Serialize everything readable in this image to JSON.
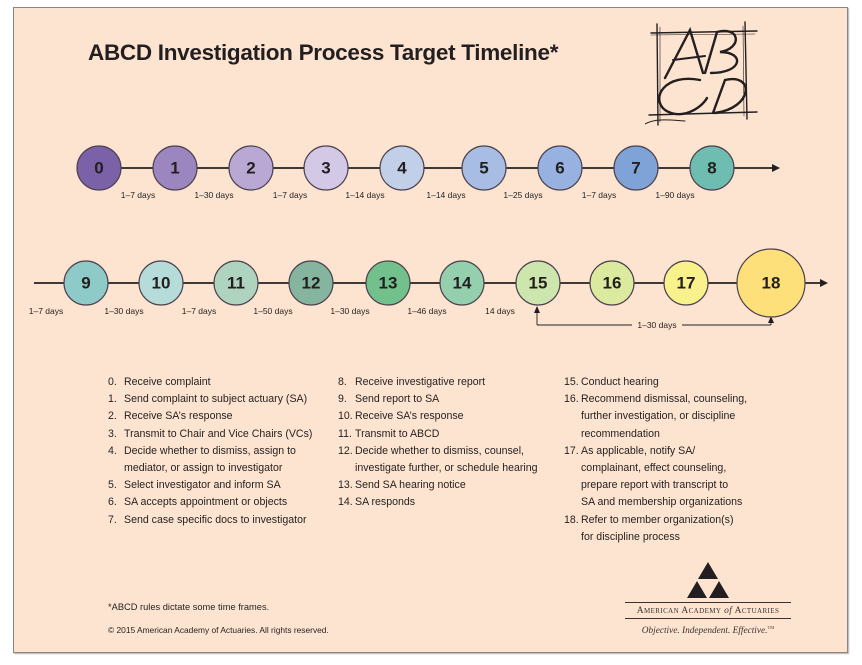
{
  "title": "ABCD Investigation Process Target Timeline*",
  "logo": {
    "text": "ABCD",
    "style": "hand-drawn sketch"
  },
  "colors": {
    "background": "#fde4d0",
    "panel_border": "#8a8580",
    "text": "#231f20"
  },
  "timeline": {
    "row1": [
      {
        "step": "0",
        "color": "#7b62a8"
      },
      {
        "step": "1",
        "color": "#9b86bf"
      },
      {
        "step": "2",
        "color": "#b9a8d4"
      },
      {
        "step": "3",
        "color": "#d3c9e6"
      },
      {
        "step": "4",
        "color": "#c2cfe8"
      },
      {
        "step": "5",
        "color": "#a8bde3"
      },
      {
        "step": "6",
        "color": "#97b2e0"
      },
      {
        "step": "7",
        "color": "#7fa3d6"
      },
      {
        "step": "8",
        "color": "#6fbcb0"
      }
    ],
    "row1_durations": [
      "1–7 days",
      "1–30 days",
      "1–7 days",
      "1–14 days",
      "1–14 days",
      "1–25 days",
      "1–7 days",
      "1–90 days"
    ],
    "row2": [
      {
        "step": "9",
        "color": "#8ecac8"
      },
      {
        "step": "10",
        "color": "#b6dcda"
      },
      {
        "step": "11",
        "color": "#aed4c0"
      },
      {
        "step": "12",
        "color": "#86b59f"
      },
      {
        "step": "13",
        "color": "#72c08c"
      },
      {
        "step": "14",
        "color": "#94cfae"
      },
      {
        "step": "15",
        "color": "#cde6ad"
      },
      {
        "step": "16",
        "color": "#dcea9f"
      },
      {
        "step": "17",
        "color": "#f9f18b"
      },
      {
        "step": "18",
        "color": "#fde07a"
      }
    ],
    "row2_durations": [
      "1–7 days",
      "1–30 days",
      "1–7 days",
      "1–50 days",
      "1–30 days",
      "1–46 days",
      "14 days"
    ],
    "bracket": {
      "from": "15",
      "to": "18",
      "label": "1–30 days"
    }
  },
  "legend": {
    "col1": [
      {
        "num": "0.",
        "text": [
          "Receive complaint"
        ]
      },
      {
        "num": "1.",
        "text": [
          "Send complaint to subject actuary (SA)"
        ]
      },
      {
        "num": "2.",
        "text": [
          "Receive SA’s response"
        ]
      },
      {
        "num": "3.",
        "text": [
          "Transmit to Chair and Vice Chairs (VCs)"
        ]
      },
      {
        "num": "4.",
        "text": [
          "Decide whether to dismiss, assign to",
          "mediator, or assign to investigator"
        ]
      },
      {
        "num": "5.",
        "text": [
          "Select investigator and inform SA"
        ]
      },
      {
        "num": "6.",
        "text": [
          "SA accepts appointment or objects"
        ]
      },
      {
        "num": "7.",
        "text": [
          "Send case specific docs to investigator"
        ]
      }
    ],
    "col2": [
      {
        "num": "8.",
        "text": [
          "Receive investigative report"
        ]
      },
      {
        "num": "9.",
        "text": [
          "Send report to SA"
        ]
      },
      {
        "num": "10.",
        "text": [
          "Receive SA’s response"
        ]
      },
      {
        "num": "11.",
        "text": [
          "Transmit to ABCD"
        ]
      },
      {
        "num": "12.",
        "text": [
          "Decide whether to dismiss, counsel,",
          "investigate further, or schedule hearing"
        ]
      },
      {
        "num": "13.",
        "text": [
          "Send SA hearing notice"
        ]
      },
      {
        "num": "14.",
        "text": [
          "SA responds"
        ]
      }
    ],
    "col3": [
      {
        "num": "15.",
        "text": [
          "Conduct hearing"
        ]
      },
      {
        "num": "16.",
        "text": [
          "Recommend dismissal, counseling,",
          "further investigation, or discipline",
          "recommendation"
        ]
      },
      {
        "num": "17.",
        "text": [
          "As applicable, notify SA/",
          "complainant, effect counseling,",
          "prepare report with transcript to",
          "SA and membership organizations"
        ]
      },
      {
        "num": "18.",
        "text": [
          "Refer to member organization(s)",
          "for discipline process"
        ]
      }
    ]
  },
  "footnote": "*ABCD rules dictate some time frames.",
  "copyright": "© 2015 American Academy of Actuaries. All rights reserved.",
  "organization": {
    "name_part1": "American Academy ",
    "name_of": "of",
    "name_part2": " Actuaries",
    "tagline": "Objective. Independent. Effective.",
    "trademark": "TM"
  }
}
